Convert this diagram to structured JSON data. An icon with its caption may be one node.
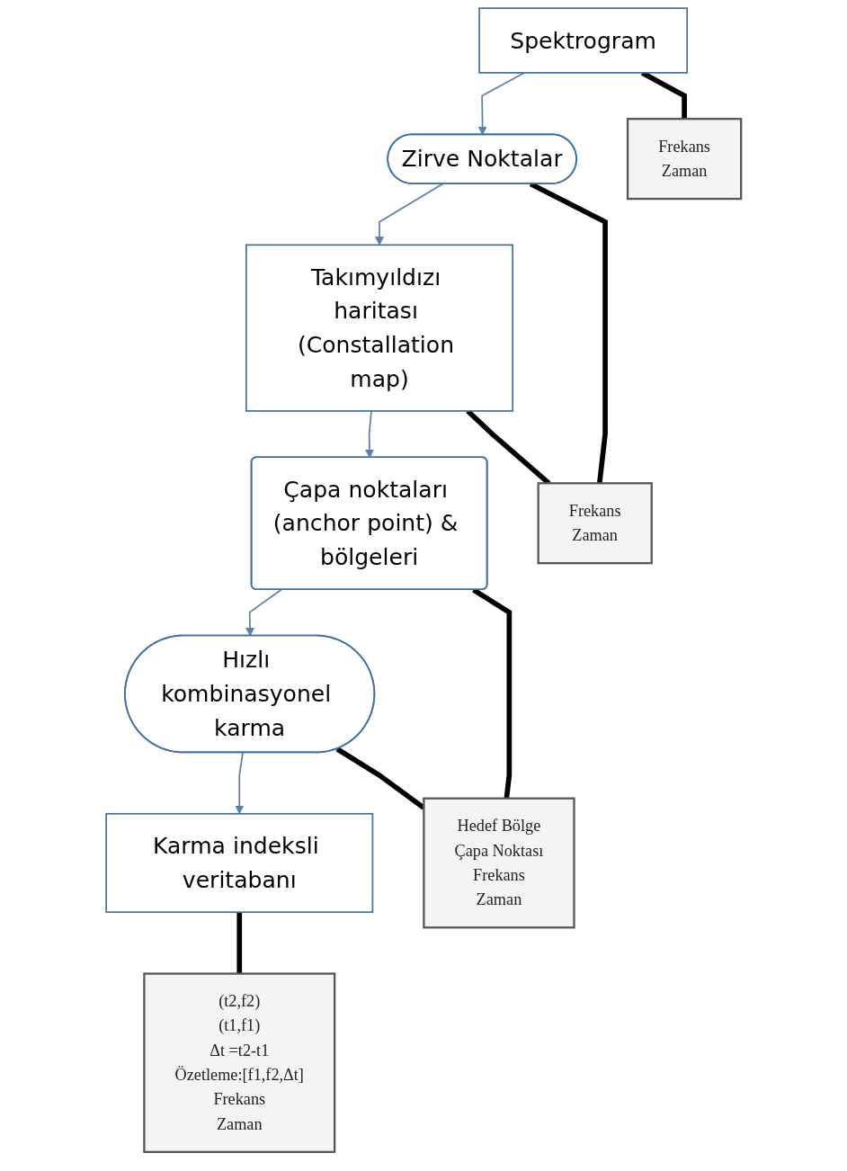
{
  "diagram": {
    "nodes": [
      {
        "text": [
          "Spektrogram"
        ]
      },
      {
        "text": [
          "Zirve Noktalar"
        ]
      },
      {
        "text": [
          "Takımyıldızı haritası (Constallation map)"
        ]
      },
      {
        "text": [
          "Çapa noktaları (anchor point) & bölgeleri"
        ]
      },
      {
        "text": [
          "Hızlı kombinasyonel karma"
        ]
      },
      {
        "text": [
          "Karma indeksli veritabanı"
        ]
      },
      {
        "text": [
          "Frekans",
          "Zaman"
        ]
      },
      {
        "text": [
          "Frekans",
          "Zaman"
        ]
      },
      {
        "text": [
          "Hedef Bölge",
          "Çapa Noktası",
          "Frekans",
          "Zaman"
        ]
      },
      {
        "text": [
          "(t2,f2)",
          "(t1,f1)",
          "Δt =t2-t1",
          "Özetleme:[f1,f2,Δt]",
          "Frekans",
          "Zaman"
        ]
      }
    ],
    "edges": [
      {
        "from": 0,
        "to": 1,
        "arrow": "to",
        "color": "#5b7fa6"
      },
      {
        "from": 1,
        "to": 2,
        "arrow": "to",
        "color": "#5b7fa6"
      },
      {
        "from": 2,
        "to": 3,
        "arrow": "to",
        "color": "#5b7fa6"
      },
      {
        "from": 3,
        "to": 4,
        "arrow": "to",
        "color": "#5b7fa6"
      },
      {
        "from": 4,
        "to": 5,
        "arrow": "to",
        "color": "#5b7fa6"
      },
      {
        "from": 0,
        "to": 6,
        "arrow": "none"
      },
      {
        "from": 1,
        "to": 7,
        "arrow": "none"
      },
      {
        "from": 2,
        "to": 7,
        "arrow": "none"
      },
      {
        "from": 3,
        "to": 8,
        "arrow": "none"
      },
      {
        "from": 4,
        "to": 8,
        "arrow": "none"
      },
      {
        "from": 5,
        "to": 9,
        "arrow": "none"
      }
    ]
  }
}
